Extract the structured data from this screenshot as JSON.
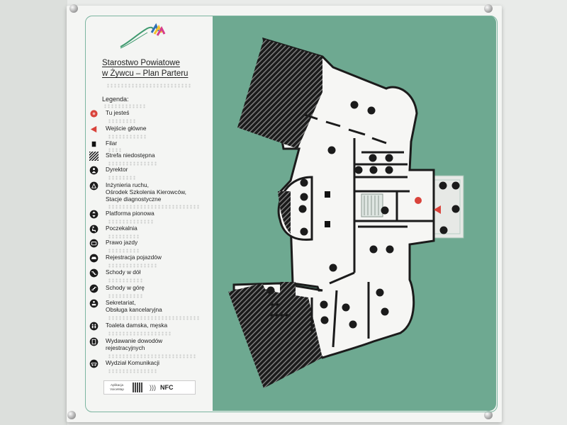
{
  "title": {
    "line1": "Starostwo  Powiatowe",
    "line2": "w Żywcu – Plan Parteru"
  },
  "legend_heading": "Legenda:",
  "legend": [
    {
      "label": "Tu jesteś",
      "icon": "you-are-here-icon"
    },
    {
      "label": "Wejście główne",
      "icon": "main-entrance-icon"
    },
    {
      "label": "Filar",
      "icon": "pillar-icon"
    },
    {
      "label": "Strefa niedostępna",
      "icon": "restricted-zone-icon"
    },
    {
      "label": "Dyrektor",
      "icon": "director-icon"
    },
    {
      "label": "Inżynieria ruchu,\nOśrodek Szkolenia Kierowców,\nStacje diagnostyczne",
      "icon": "traffic-engineering-icon"
    },
    {
      "label": "Platforma pionowa",
      "icon": "vertical-platform-icon"
    },
    {
      "label": "Poczekalnia",
      "icon": "waiting-room-icon"
    },
    {
      "label": "Prawo jazdy",
      "icon": "driving-license-icon"
    },
    {
      "label": "Rejestracja pojazdów",
      "icon": "vehicle-registration-icon"
    },
    {
      "label": "Schody w dół",
      "icon": "stairs-down-icon"
    },
    {
      "label": "Schody w górę",
      "icon": "stairs-up-icon"
    },
    {
      "label": "Sekretariat,\nObsługa kancelaryjna",
      "icon": "secretariat-icon"
    },
    {
      "label": "Toaleta damska, męska",
      "icon": "toilet-icon"
    },
    {
      "label": "Wydawanie dowodów\nrejestracyjnych",
      "icon": "registration-documents-icon"
    },
    {
      "label": "Wydział Komunikacji",
      "icon": "transport-department-icon"
    }
  ],
  "nfc_strip": {
    "app_label": "Aplikacja\nVoiceMap",
    "nfc_label": "NFC"
  },
  "colors": {
    "plate": "#f4f5f3",
    "map_green": "#6ea991",
    "wall_black": "#1b1b1b",
    "here_red": "#d9433b",
    "logo_green": "#3f9a6f",
    "logo_pink": "#d63c8c"
  }
}
